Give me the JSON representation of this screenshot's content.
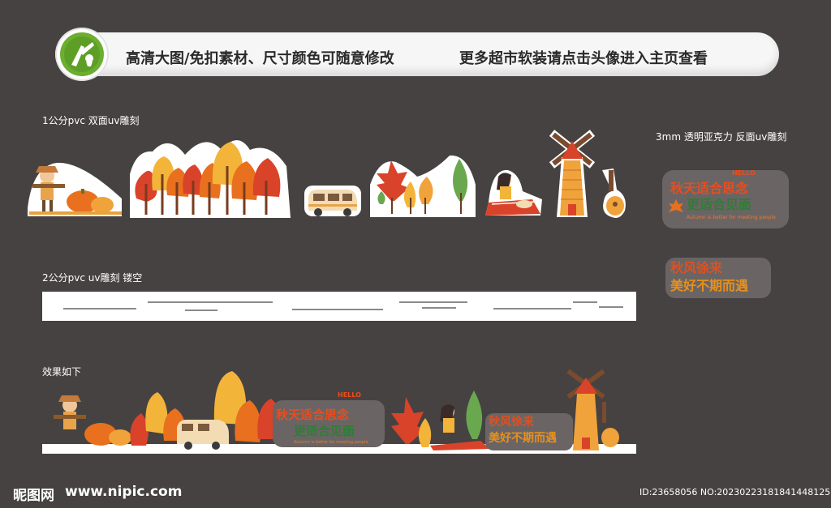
{
  "banner": {
    "text_left": "高清大图/免扣素材、尺寸颜色可随意修改",
    "text_right": "更多超市软装请点击头像进入主页查看"
  },
  "labels": {
    "section1": "1公分pvc 双面uv雕刻",
    "section1_right": "3mm 透明亚克力 反面uv雕刻",
    "section2": "2公分pvc   uv雕刻 镂空",
    "section3": "效果如下"
  },
  "sticker1": {
    "hello": "HELLO",
    "line1": "秋天适合思念",
    "line2": "更适合见面",
    "sub": "Autumn is better for meeting people"
  },
  "sticker2": {
    "line1": "秋风徐来",
    "line2": "美好不期而遇"
  },
  "footer": {
    "logo_text": "昵图网",
    "url": "www.nipic.com",
    "id_text": "ID:23658056 NO:20230223181841448125"
  },
  "colors": {
    "background": "#464241",
    "orange": "#e8701e",
    "red": "#d9432a",
    "yellow": "#f3b43a",
    "green": "#6aa84f"
  }
}
